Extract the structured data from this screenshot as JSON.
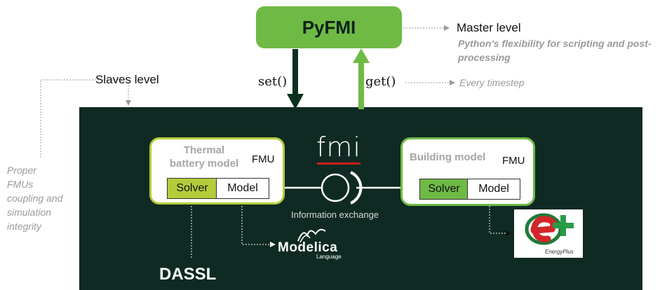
{
  "master": {
    "pyfmi_label": "PyFMI",
    "title": "Master level",
    "description": "Python's flexibility for scripting and post-processing"
  },
  "arrows": {
    "set_label": "set()",
    "get_label": "get()",
    "get_note": "Every timestep"
  },
  "slaves": {
    "title": "Slaves level",
    "side_note": "Proper FMUs coupling and simulation integrity"
  },
  "fmu_left": {
    "title_line1": "Thermal",
    "title_line2": "battery model",
    "tag": "FMU",
    "solver": "Solver",
    "model": "Model"
  },
  "fmu_right": {
    "title": "Building model",
    "tag": "FMU",
    "solver": "Solver",
    "model": "Model"
  },
  "exchange": {
    "logo_text": "fmi",
    "caption": "Information exchange"
  },
  "tools": {
    "dassl": "DASSL",
    "modelica": "Modelica",
    "modelica_sub": "Language",
    "energyplus_sub": "EnergyPlus"
  },
  "colors": {
    "panel": "#0f2a23",
    "green": "#6fba45",
    "lime": "#b5cc3a",
    "dark_arrow": "#0b3020"
  }
}
